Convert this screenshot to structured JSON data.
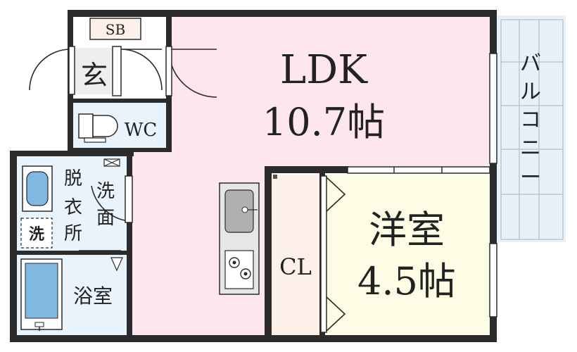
{
  "colors": {
    "wall": "#2b2b2b",
    "ldk_floor": "#fde6ef",
    "bath_floor": "#e8f3fb",
    "bedroom_floor": "#fdfde6",
    "closet_floor": "#fdf0e8",
    "balcony_floor": "#e9f1f8",
    "fixture_blue": "#7fb8e0",
    "counter_gray": "#d8d8d8"
  },
  "rooms": {
    "shoe_box": "SB",
    "entrance": "玄",
    "toilet": "WC",
    "ldk_name": "LDK",
    "ldk_size": "10.7帖",
    "washroom": [
      "脱",
      "衣",
      "所"
    ],
    "vanity": [
      "洗",
      "面"
    ],
    "washer": "洗",
    "bathroom": "浴室",
    "closet": "CL",
    "bedroom_name": "洋室",
    "bedroom_size": "4.5帖",
    "balcony": [
      "バ",
      "ル",
      "コ",
      "ニ",
      "ー"
    ]
  },
  "icons": {
    "sink": "sink-icon",
    "stove": "stove-icon",
    "toilet": "toilet-icon",
    "bathtub": "bathtub-icon",
    "washing_machine": "washing-machine-icon"
  }
}
